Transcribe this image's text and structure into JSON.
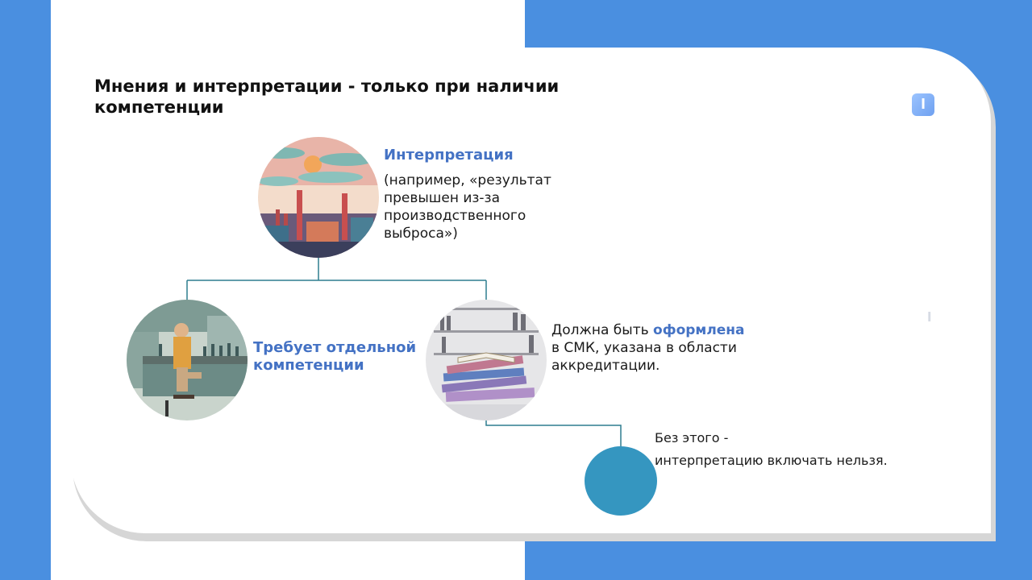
{
  "slide": {
    "title": "Мнения и интерпретации - только при наличии компетенции",
    "logo_letter": "l"
  },
  "nodes": {
    "interpretation": {
      "heading": "Интерпретация",
      "description": "(например, «результат превышен из-за производственного выброса»)"
    },
    "competence": {
      "heading": "Требует отдельной компетенции"
    },
    "qms": {
      "text_before": "Должна быть ",
      "text_emphasis": "оформлена",
      "text_after": " в СМК, указана в области аккредитации."
    },
    "without": {
      "line1": "Без этого -",
      "line2": "интерпретацию включать нельзя."
    }
  },
  "colors": {
    "background_blue": "#4a8fe0",
    "accent_blue": "#4472c4",
    "connector": "#2e7d8f",
    "dot": "#3596c0"
  },
  "icons": {
    "top": "factory-illustration",
    "left": "scientist-illustration",
    "right": "books-illustration",
    "logo": "brand-logo-icon"
  }
}
